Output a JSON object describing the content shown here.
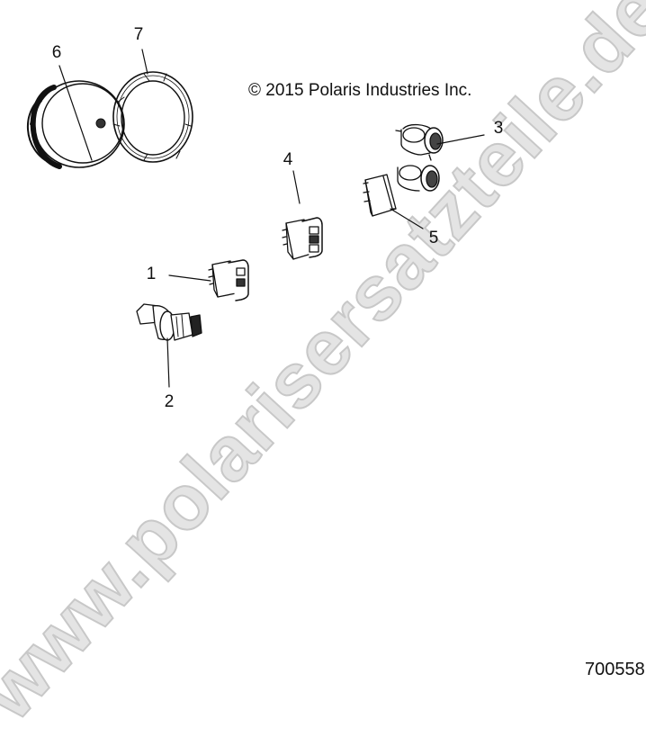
{
  "diagram": {
    "copyright": "© 2015 Polaris Industries Inc.",
    "figure_number": "700558",
    "watermark": "www.polarisersatzteile.de",
    "colors": {
      "line": "#111111",
      "watermark_fill": "#e4e4e4",
      "watermark_stroke": "#c8c8c8",
      "background": "#ffffff"
    },
    "callouts": [
      {
        "number": "1",
        "part": "rocker switch (small, 2-position)"
      },
      {
        "number": "2",
        "part": "ignition key switch"
      },
      {
        "number": "3",
        "part": "power outlet / socket"
      },
      {
        "number": "4",
        "part": "rocker switch (3-position)"
      },
      {
        "number": "5",
        "part": "switch with socket assembly"
      },
      {
        "number": "6",
        "part": "gauge / instrument housing"
      },
      {
        "number": "7",
        "part": "retaining ring"
      }
    ]
  }
}
